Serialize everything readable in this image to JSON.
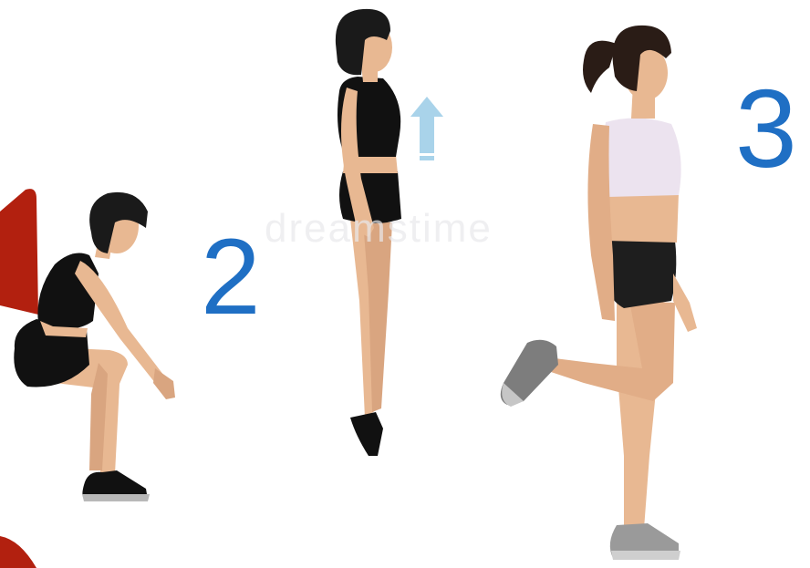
{
  "steps": [
    {
      "number": "2",
      "pose": "squat"
    },
    {
      "number": "",
      "pose": "calf-raise"
    },
    {
      "number": "3",
      "pose": "standing-knee-bend"
    }
  ],
  "watermark": "dreamstime",
  "colors": {
    "number_blue": "#1f6fc4",
    "skin": "#e8b892",
    "outfit": "#111111",
    "sports_bra": "#ece3ef",
    "hair": "#2a1c16",
    "arrow": "#a9d3ea",
    "red_shape": "#b2200f",
    "sneaker": "#9a9a9a"
  },
  "icons": [
    "up-arrow-icon"
  ]
}
